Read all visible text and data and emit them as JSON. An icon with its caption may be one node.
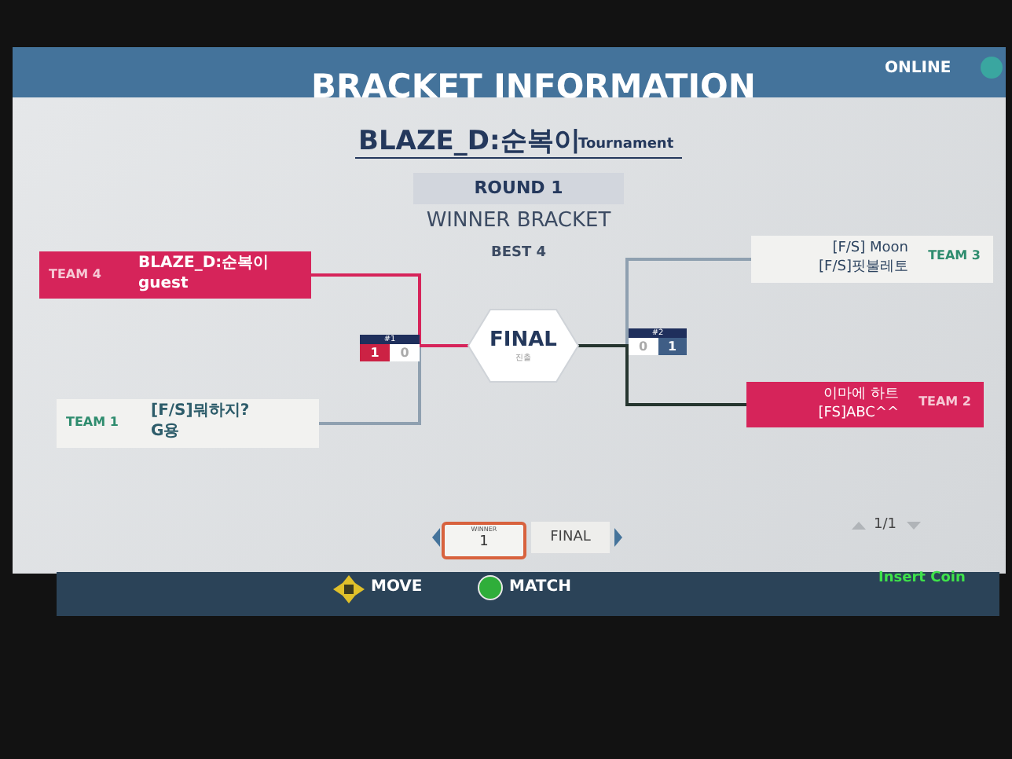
{
  "diagram": {
    "title": "BRACKET INFORMATION",
    "nodes": [
      {
        "text": [
          "TEAM 4",
          "BLAZE_D:순복이",
          "guest"
        ]
      },
      {
        "text": [
          "TEAM 1",
          "[F/S]뭐하지?",
          "G용"
        ]
      },
      {
        "text": [
          "#1",
          "1",
          "0"
        ]
      },
      {
        "text": [
          "FINAL",
          "진출"
        ]
      },
      {
        "text": [
          "#2",
          "0",
          "1"
        ]
      },
      {
        "text": [
          "[F/S] Moon",
          "[F/S]핏불레토",
          "TEAM 3"
        ]
      },
      {
        "text": [
          "이마에 하트",
          "[FS]ABC^^",
          "TEAM 2"
        ]
      }
    ],
    "edges": [
      {
        "from": 0,
        "to": 3,
        "arrow": "none",
        "color": "#d6245a"
      },
      {
        "from": 1,
        "to": 3,
        "arrow": "none"
      },
      {
        "from": 5,
        "to": 3,
        "arrow": "none"
      },
      {
        "from": 6,
        "to": 3,
        "arrow": "none",
        "color": "#25352f"
      }
    ],
    "labels": [
      "ONLINE",
      "BLAZE_D:순복이",
      "Tournament",
      "ROUND 1",
      "WINNER BRACKET",
      "BEST 4",
      "WINNER",
      "1",
      "FINAL",
      "1/1",
      "MOVE",
      "MATCH",
      "Insert Coin"
    ]
  }
}
